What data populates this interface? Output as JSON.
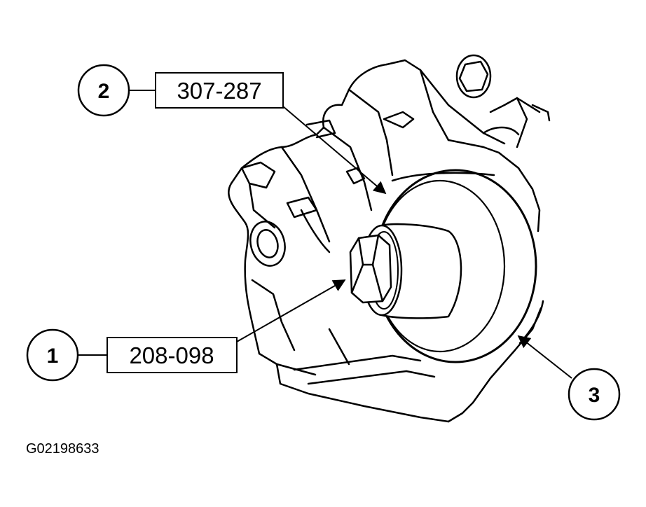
{
  "callouts": [
    {
      "number": "1",
      "tool": "208-098"
    },
    {
      "number": "2",
      "tool": "307-287"
    },
    {
      "number": "3"
    }
  ],
  "figure_id": "G02198633",
  "colors": {
    "ink": "#000000",
    "background": "#ffffff"
  }
}
